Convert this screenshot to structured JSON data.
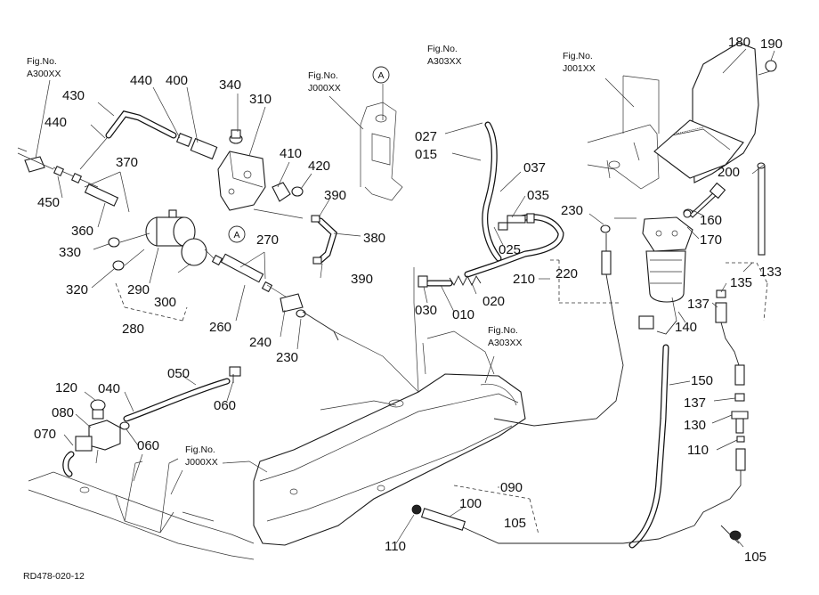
{
  "diagram": {
    "drawing_code": "RD478-020-12",
    "part_labels": [
      {
        "id": "p180",
        "text": "180"
      },
      {
        "id": "p190",
        "text": "190"
      },
      {
        "id": "p340",
        "text": "340"
      },
      {
        "id": "p440a",
        "text": "440"
      },
      {
        "id": "p400",
        "text": "400"
      },
      {
        "id": "p310",
        "text": "310"
      },
      {
        "id": "p430",
        "text": "430"
      },
      {
        "id": "p440b",
        "text": "440"
      },
      {
        "id": "p370",
        "text": "370"
      },
      {
        "id": "p410",
        "text": "410"
      },
      {
        "id": "p420",
        "text": "420"
      },
      {
        "id": "p450",
        "text": "450"
      },
      {
        "id": "p390a",
        "text": "390"
      },
      {
        "id": "p380",
        "text": "380"
      },
      {
        "id": "p360",
        "text": "360"
      },
      {
        "id": "p330",
        "text": "330"
      },
      {
        "id": "p270",
        "text": "270"
      },
      {
        "id": "p390b",
        "text": "390"
      },
      {
        "id": "p320",
        "text": "320"
      },
      {
        "id": "p290",
        "text": "290"
      },
      {
        "id": "p300",
        "text": "300"
      },
      {
        "id": "p280",
        "text": "280"
      },
      {
        "id": "p260",
        "text": "260"
      },
      {
        "id": "p240",
        "text": "240"
      },
      {
        "id": "p230a",
        "text": "230"
      },
      {
        "id": "p027",
        "text": "027"
      },
      {
        "id": "p015",
        "text": "015"
      },
      {
        "id": "p037",
        "text": "037"
      },
      {
        "id": "p035",
        "text": "035"
      },
      {
        "id": "p025",
        "text": "025"
      },
      {
        "id": "p030",
        "text": "030"
      },
      {
        "id": "p010",
        "text": "010"
      },
      {
        "id": "p020",
        "text": "020"
      },
      {
        "id": "p230b",
        "text": "230"
      },
      {
        "id": "p210",
        "text": "210"
      },
      {
        "id": "p220",
        "text": "220"
      },
      {
        "id": "p200",
        "text": "200"
      },
      {
        "id": "p160",
        "text": "160"
      },
      {
        "id": "p170",
        "text": "170"
      },
      {
        "id": "p133",
        "text": "133"
      },
      {
        "id": "p135",
        "text": "135"
      },
      {
        "id": "p137a",
        "text": "137"
      },
      {
        "id": "p140",
        "text": "140"
      },
      {
        "id": "p150",
        "text": "150"
      },
      {
        "id": "p137b",
        "text": "137"
      },
      {
        "id": "p130",
        "text": "130"
      },
      {
        "id": "p110a",
        "text": "110"
      },
      {
        "id": "p120",
        "text": "120"
      },
      {
        "id": "p040",
        "text": "040"
      },
      {
        "id": "p050",
        "text": "050"
      },
      {
        "id": "p060a",
        "text": "060"
      },
      {
        "id": "p080",
        "text": "080"
      },
      {
        "id": "p070",
        "text": "070"
      },
      {
        "id": "p060b",
        "text": "060"
      },
      {
        "id": "p090",
        "text": "090"
      },
      {
        "id": "p100",
        "text": "100"
      },
      {
        "id": "p105a",
        "text": "105"
      },
      {
        "id": "p110b",
        "text": "110"
      },
      {
        "id": "p105b",
        "text": "105"
      }
    ],
    "fig_refs": [
      {
        "id": "ref_a300",
        "line1": "Fig.No.",
        "line2": "A300XX"
      },
      {
        "id": "ref_j000a",
        "line1": "Fig.No.",
        "line2": "J000XX"
      },
      {
        "id": "ref_a303a",
        "line1": "Fig.No.",
        "line2": "A303XX"
      },
      {
        "id": "ref_j001",
        "line1": "Fig.No.",
        "line2": "J001XX"
      },
      {
        "id": "ref_a303b",
        "line1": "Fig.No.",
        "line2": "A303XX"
      },
      {
        "id": "ref_j000b",
        "line1": "Fig.No.",
        "line2": "J000XX"
      }
    ],
    "view_markers": [
      {
        "id": "marker_a1",
        "text": "A"
      },
      {
        "id": "marker_a2",
        "text": "A"
      }
    ]
  }
}
